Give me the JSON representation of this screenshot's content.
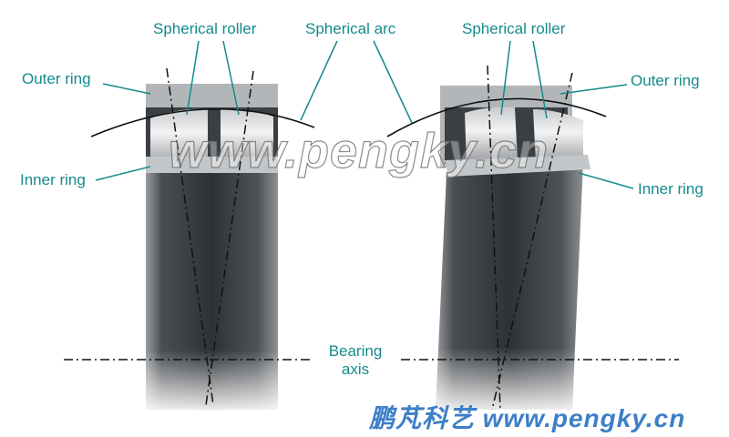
{
  "labels": {
    "spherical_roller_left": "Spherical roller",
    "spherical_arc": "Spherical arc",
    "spherical_roller_right": "Spherical roller",
    "outer_ring_left": "Outer ring",
    "outer_ring_right": "Outer ring",
    "inner_ring_left": "Inner ring",
    "inner_ring_right": "Inner ring",
    "bearing_axis_line1": "Bearing",
    "bearing_axis_line2": "axis"
  },
  "watermark": "www.pengky.cn",
  "footer": "鹏芃科艺 www.pengky.cn",
  "colors": {
    "label": "#138a8c",
    "footer": "#3c7fc8"
  }
}
